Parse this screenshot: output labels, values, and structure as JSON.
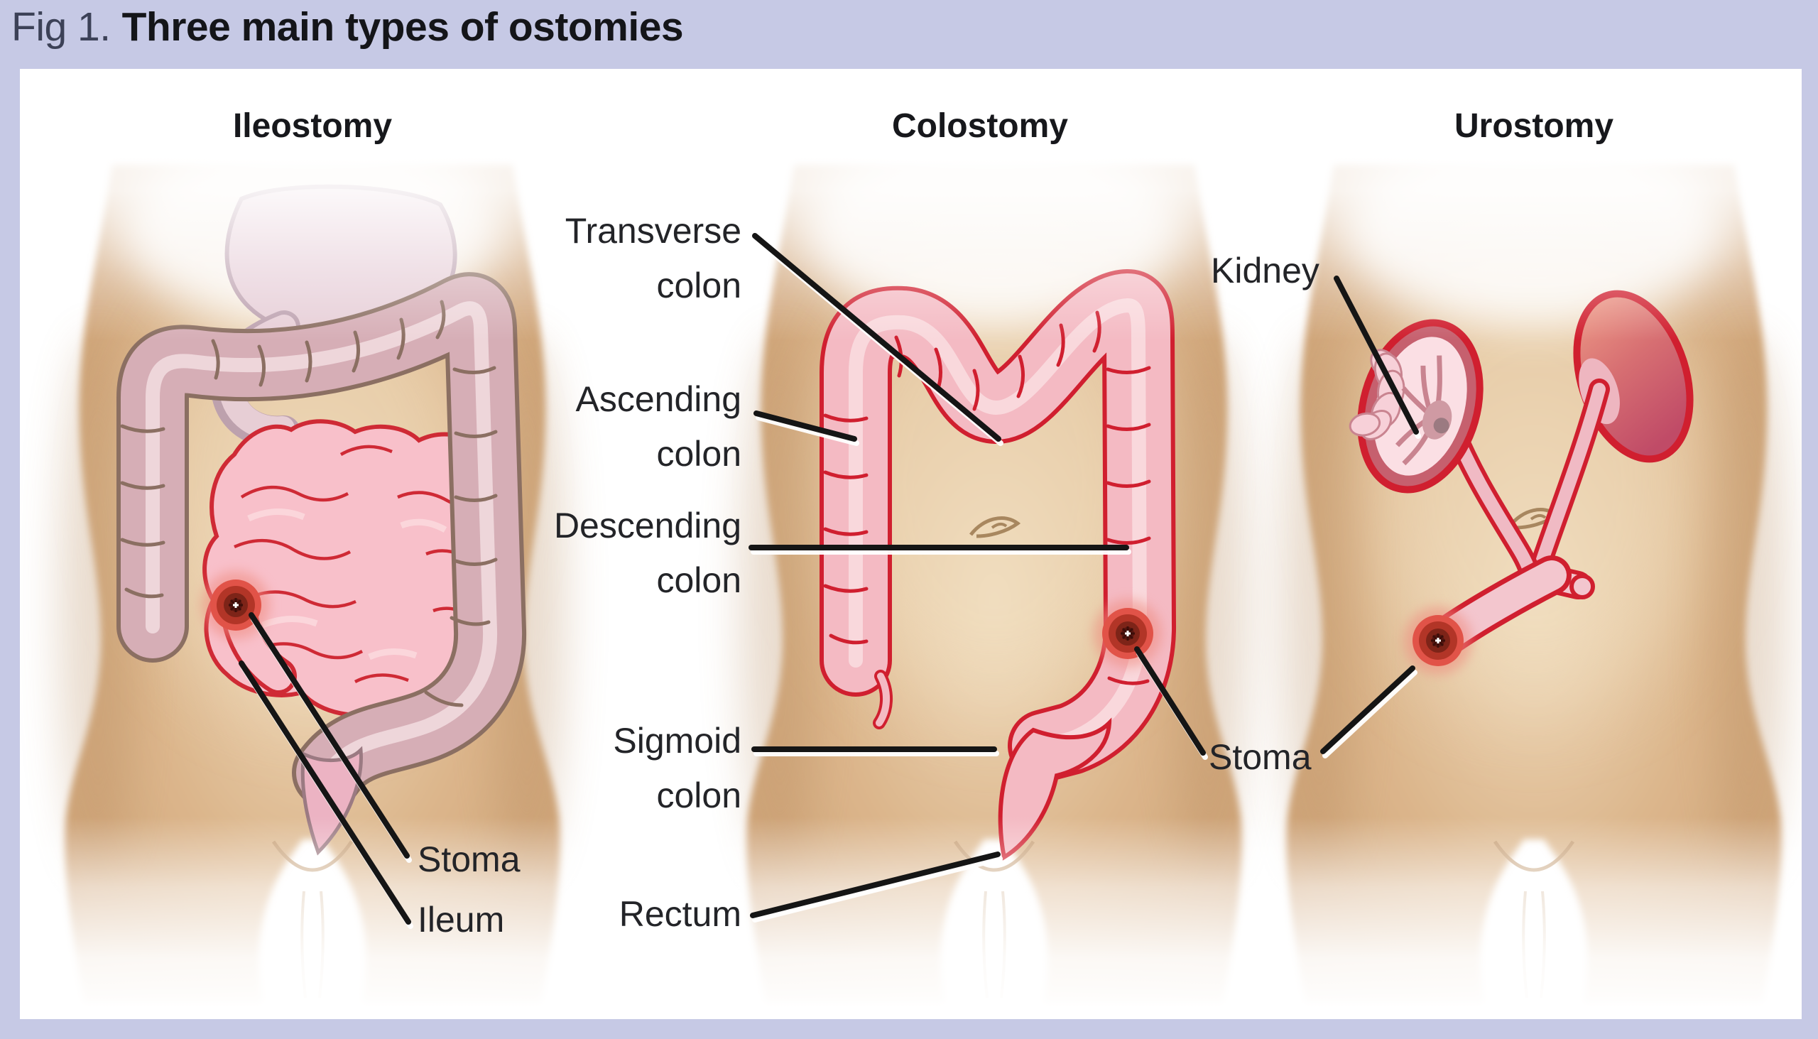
{
  "figure": {
    "caption_prefix": "Fig 1.",
    "caption_title": "Three main types of ostomies"
  },
  "panels": {
    "ileostomy": {
      "title": "Ileostomy",
      "labels": {
        "stoma": "Stoma",
        "ileum": "Ileum"
      }
    },
    "colostomy": {
      "title": "Colostomy",
      "labels": {
        "transverse_line1": "Transverse",
        "transverse_line2": "colon",
        "ascending_line1": "Ascending",
        "ascending_line2": "colon",
        "descending_line1": "Descending",
        "descending_line2": "colon",
        "sigmoid_line1": "Sigmoid",
        "sigmoid_line2": "colon",
        "rectum": "Rectum"
      }
    },
    "urostomy": {
      "title": "Urostomy",
      "labels": {
        "kidney": "Kidney"
      }
    },
    "shared_labels": {
      "stoma": "Stoma"
    }
  },
  "colors": {
    "background": "#c6c9e5",
    "panel": "#ffffff",
    "skin_mid": "#dcb68c",
    "organ_red_outline": "#d01f2f",
    "colon_pink": "#f4bac3",
    "muted_colon_fill": "#d6aeb6",
    "muted_colon_outline": "#8b6f62",
    "small_intestine": "#f8c0ca",
    "stoma_red": "#b23527",
    "leader_line": "#151515",
    "text": "#232428",
    "caption_prefix_color": "#3c4157"
  }
}
